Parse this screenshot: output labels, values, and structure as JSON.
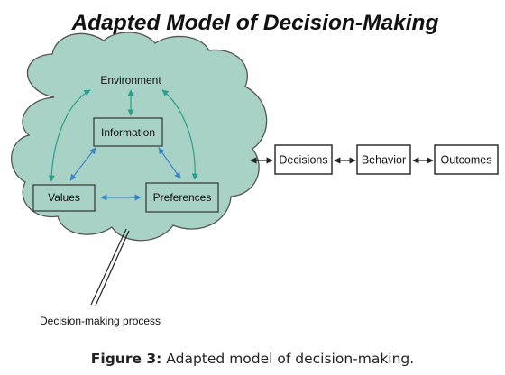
{
  "title": "Adapted Model of Decision-Making",
  "cloud_label": "Decision-making process",
  "nodes": {
    "environment": "Environment",
    "information": "Information",
    "values": "Values",
    "preferences": "Preferences"
  },
  "flow": {
    "decisions": "Decisions",
    "behavior": "Behavior",
    "outcomes": "Outcomes"
  },
  "caption": {
    "label": "Figure 3:",
    "text": " Adapted model of decision-making."
  },
  "colors": {
    "cloud_fill": "#a8d2c6",
    "cloud_stroke": "#555555",
    "teal_arrow": "#2aa08a",
    "blue_arrow": "#3a86c4",
    "black_arrow": "#222222"
  }
}
